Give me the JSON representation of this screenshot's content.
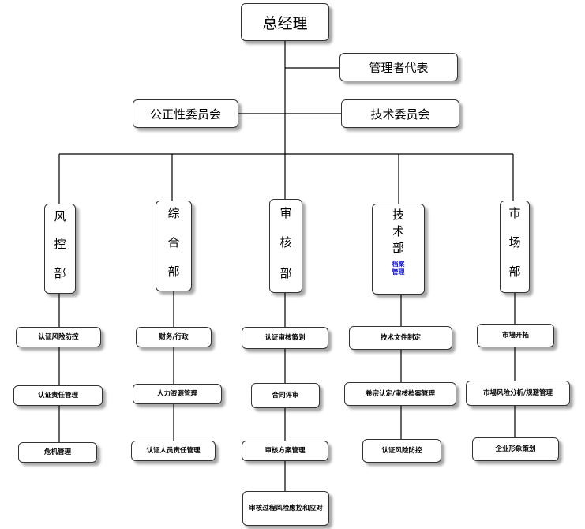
{
  "root": {
    "label": "总经理"
  },
  "mgmt_rep": {
    "label": "管理者代表"
  },
  "fairness_committee": {
    "label": "公正性委员会"
  },
  "tech_committee": {
    "label": "技术委员会"
  },
  "departments": {
    "risk": {
      "chars": [
        "风",
        "控",
        "部"
      ],
      "items": [
        "认证风险防控",
        "认证责任管理",
        "危机管理"
      ]
    },
    "general": {
      "chars": [
        "综",
        "合",
        "部"
      ],
      "items": [
        "财务/行政",
        "人力资源管理",
        "认证人员责任管理"
      ]
    },
    "audit": {
      "chars": [
        "审",
        "核",
        "部"
      ],
      "items": [
        "认证审核策划",
        "合同评审",
        "审核方案管理",
        "审核过程风险應控和应对"
      ]
    },
    "tech": {
      "chars": [
        "技",
        "术",
        "部"
      ],
      "note": [
        "档案",
        "管理"
      ],
      "items": [
        "技术文件制定",
        "卷宗认定/审核档案管理",
        "认证风险防控"
      ]
    },
    "market": {
      "chars": [
        "市",
        "场",
        "部"
      ],
      "items": [
        "市場开拓",
        "市場风险分析/规避管理",
        "企业形象策划"
      ]
    }
  }
}
